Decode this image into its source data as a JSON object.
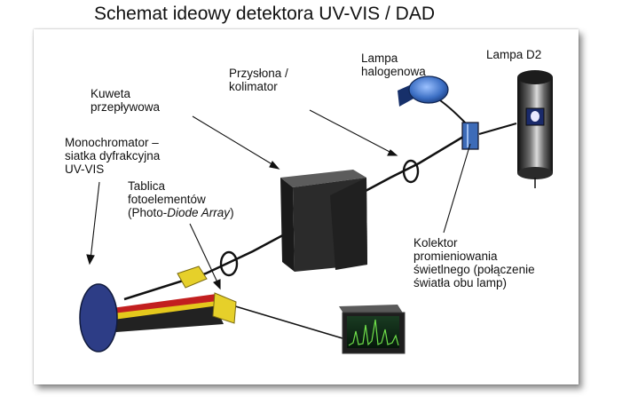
{
  "title": "Schemat ideowy detektora  UV-VIS / DAD",
  "labels": {
    "kuweta": [
      "Kuweta",
      "przepływowa"
    ],
    "przyslona": [
      "Przysłona /",
      "kolimator"
    ],
    "lampa_halogenowa": [
      "Lampa",
      "halogenowa"
    ],
    "lampa_d2": "Lampa D2",
    "monochromator": [
      "Monochromator –",
      "siatka dyfrakcyjna",
      "UV-VIS"
    ],
    "tablica": {
      "line1": "Tablica",
      "line2": "fotoelementów",
      "line3_pre": "(Photo-",
      "line3_italic": "Diode Array",
      "line3_post": ")"
    },
    "kolektor": [
      "Kolektor",
      "promieniowania",
      "świetlnego (połączenie",
      "światła obu lamp)"
    ]
  },
  "colors": {
    "beam": "#111111",
    "grating": "#2d3d86",
    "halogen_lamp": "#3c6fc4",
    "filter": "#e6d02a",
    "spectrum": [
      "#c21f1f",
      "#e4c81c",
      "#222222"
    ],
    "monitor_trace": "#6fe04a"
  },
  "icons": [
    "flow-cell-box",
    "collimator-ring",
    "halogen-lamp",
    "d2-lamp",
    "beam-collector",
    "diffraction-grating",
    "photodiode-array",
    "spectrum-monitor"
  ]
}
